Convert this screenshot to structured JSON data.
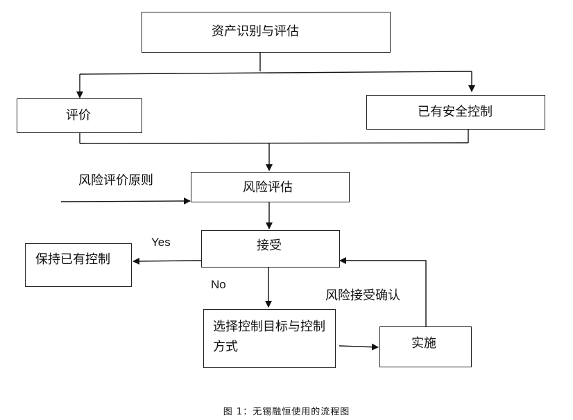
{
  "nodes": {
    "asset": "资产识别与评估",
    "evaluate": "评价",
    "existing_controls": "已有安全控制",
    "risk_assessment": "风险评估",
    "accept": "接受",
    "keep_controls": "保持已有控制",
    "select_controls": "选择控制目标与控制方式",
    "implement": "实施"
  },
  "labels": {
    "principles": "风险评价原则",
    "yes": "Yes",
    "no": "No",
    "risk_confirm": "风险接受确认"
  },
  "caption": "图 1：无锡融恒使用的流程图"
}
